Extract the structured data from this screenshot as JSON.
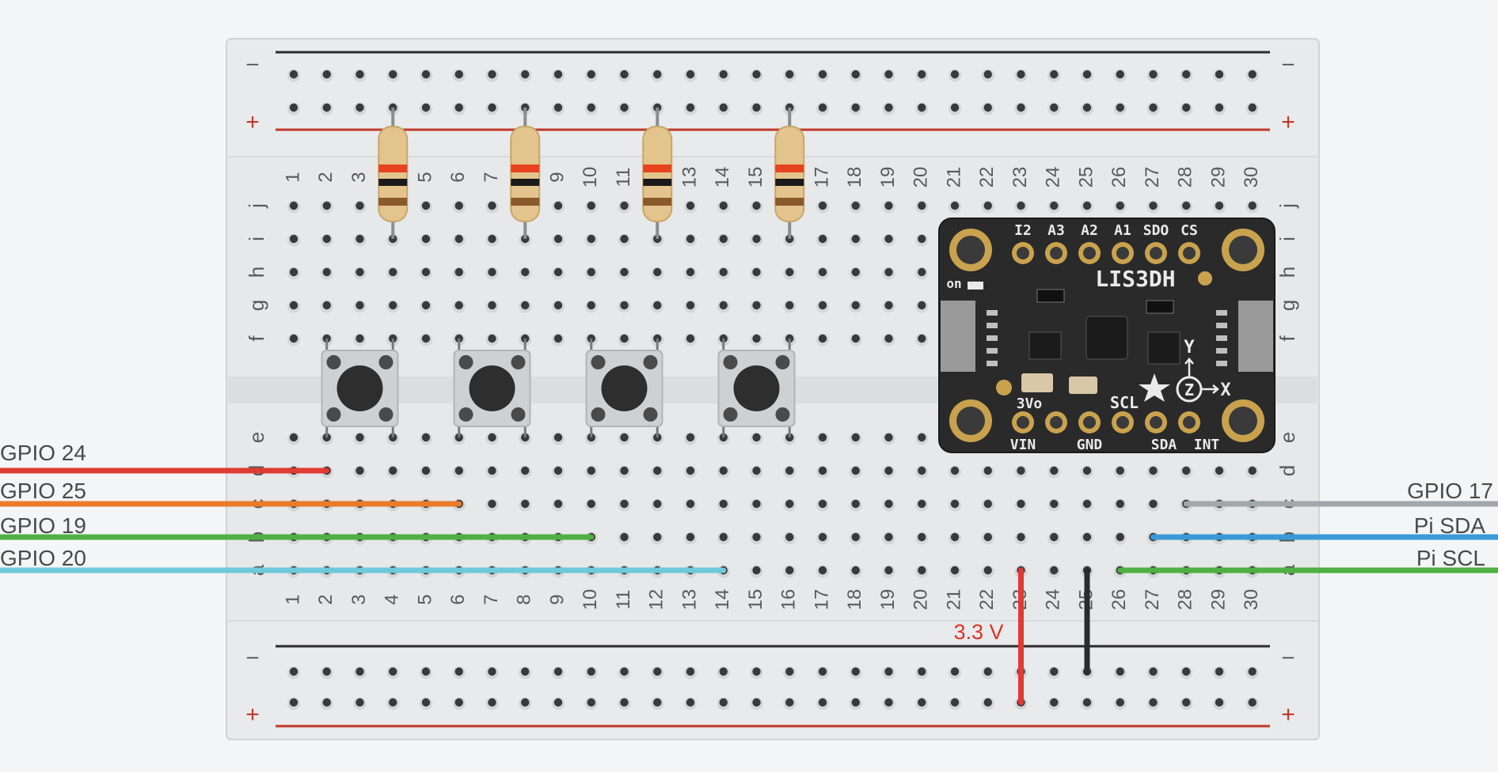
{
  "breadboard": {
    "columns": [
      "1",
      "2",
      "3",
      "4",
      "5",
      "6",
      "7",
      "8",
      "9",
      "10",
      "11",
      "12",
      "13",
      "14",
      "15",
      "16",
      "17",
      "18",
      "19",
      "20",
      "21",
      "22",
      "23",
      "24",
      "25",
      "26",
      "27",
      "28",
      "29",
      "30"
    ],
    "top_rows": [
      "j",
      "i",
      "h",
      "g",
      "f"
    ],
    "bottom_rows": [
      "e",
      "d",
      "c",
      "b",
      "a"
    ],
    "rail_minus": "–",
    "rail_plus": "+"
  },
  "wires": [
    {
      "label": "GPIO 24",
      "color": "#e03a34"
    },
    {
      "label": "GPIO 25",
      "color": "#ea7b2a"
    },
    {
      "label": "GPIO 19",
      "color": "#4fb043"
    },
    {
      "label": "GPIO 20",
      "color": "#6ec9dc"
    },
    {
      "label": "GPIO 17",
      "color": "#a3a7aa"
    },
    {
      "label": "Pi SDA",
      "color": "#3b99d8"
    },
    {
      "label": "Pi SCL",
      "color": "#4fb043"
    }
  ],
  "power": {
    "label": "3.3 V",
    "color": "#e03a34",
    "ground_color": "#2b2b2b"
  },
  "resistor_colors": [
    "#e8431f",
    "#1a1a1a",
    "#8b5a2b"
  ],
  "sensor": {
    "name": "LIS3DH",
    "top_pins": [
      "I2",
      "A3",
      "A2",
      "A1",
      "SDO",
      "CS"
    ],
    "bottom_pins": [
      "VIN",
      "GND",
      "SDA",
      "INT"
    ],
    "mid_labels": [
      "3Vo",
      "SCL"
    ],
    "side_label": "on",
    "axis_labels": [
      "Y",
      "Z",
      "X"
    ]
  }
}
